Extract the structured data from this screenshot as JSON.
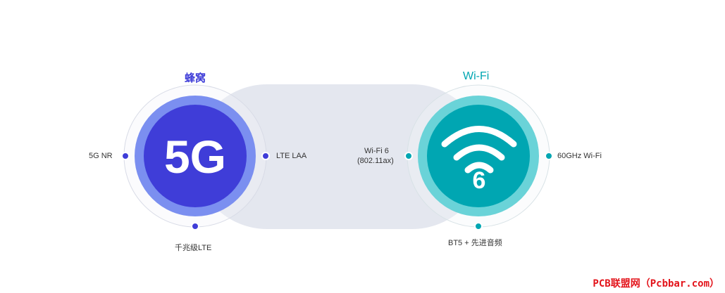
{
  "cellular": {
    "title": "蜂窝",
    "badge": "5G",
    "labels": {
      "left": "5G NR",
      "right": "LTE LAA",
      "bottom": "千兆级LTE"
    }
  },
  "wifi": {
    "title": "Wi-Fi",
    "badge": "6",
    "labels": {
      "left_line1": "Wi-Fi 6",
      "left_line2": "(802.11ax)",
      "right": "60GHz Wi-Fi",
      "bottom": "BT5 + 先进音频"
    }
  },
  "watermark": "PCB联盟网（Pcbbar.com）",
  "colors": {
    "cellular_accent": "#3f3dd8",
    "cellular_ring": "#7b8ff0",
    "wifi_accent": "#00a6b2",
    "wifi_ring": "#6ad3d8",
    "bridge": "#e4e7ef",
    "watermark": "#e3141b"
  },
  "icons": [
    "wifi-signal-icon"
  ]
}
